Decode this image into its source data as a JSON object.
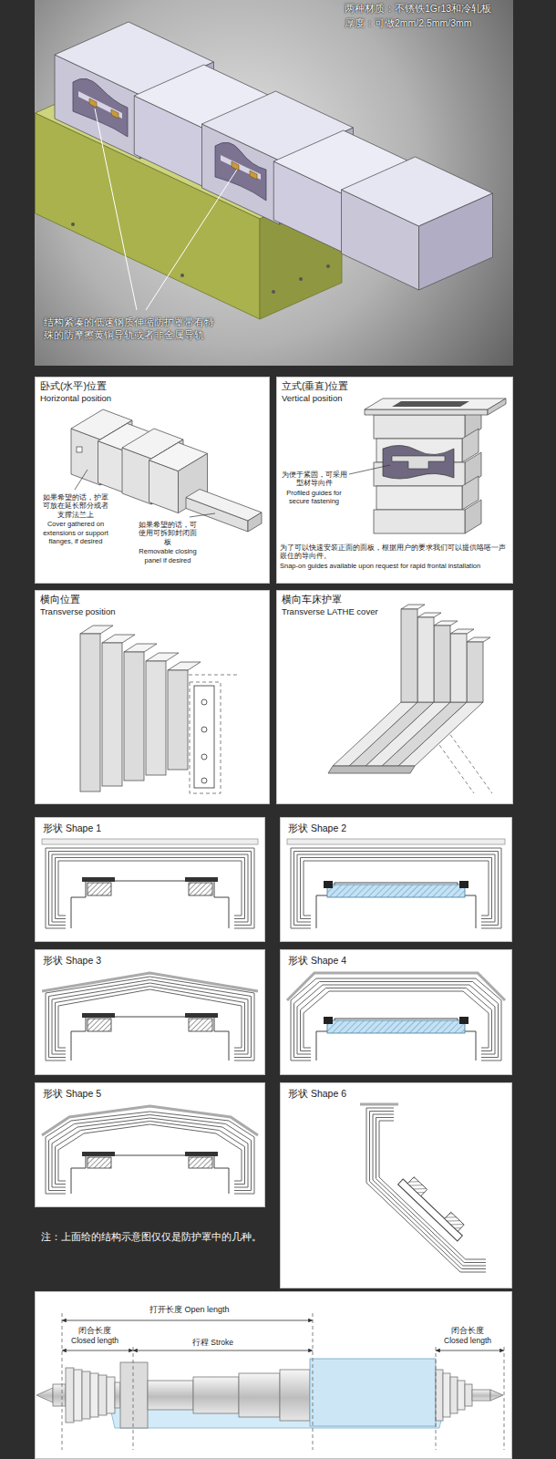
{
  "diagram": {
    "nodes": [
      {
        "text": [
          "两种材质：不锈铁1Gr13和冷轧板",
          "厚度：可做2mm/2.5mm/3mm",
          "结构紧凑的低速钢质伸缩防护罩带有特殊的防摩擦黄铜导轨或者非金属导轨"
        ]
      },
      {
        "text": [
          "卧式(水平)位置",
          "Horizontal position",
          "如果希望的话，护罩可放在延长部分或者支撑法兰上",
          "Cover gathered on extensions or support flanges, if desired",
          "如果希望的话，可使用可拆卸封闭面板",
          "Removable closing panel if desired"
        ]
      },
      {
        "text": [
          "立式(垂直)位置",
          "Vertical position",
          "为便于紧固，可采用型材导向件",
          "Profiled guides for secure fastening",
          "为了可以快速安装正面的面板，根据用户的要求我们可以提供咯嗒一声嵌住的导向件。",
          "Snap-on guides available upon request for rapid frontal installation"
        ]
      },
      {
        "text": [
          "横向位置",
          "Transverse position"
        ]
      },
      {
        "text": [
          "横向车床护罩",
          "Transverse LATHE cover"
        ]
      },
      {
        "text": [
          "形状 Shape 1"
        ]
      },
      {
        "text": [
          "形状 Shape 2"
        ]
      },
      {
        "text": [
          "形状 Shape 3"
        ]
      },
      {
        "text": [
          "形状 Shape 4"
        ]
      },
      {
        "text": [
          "形状 Shape 5"
        ]
      },
      {
        "text": [
          "形状 Shape 6"
        ]
      },
      {
        "text": [
          "打开长度 Open length",
          "闭合长度 Closed length",
          "行程 Stroke",
          "闭合长度 Closed length"
        ]
      }
    ],
    "labels": [
      "注：上面给的结构示意图仅仅是防护罩中的几种。"
    ]
  }
}
